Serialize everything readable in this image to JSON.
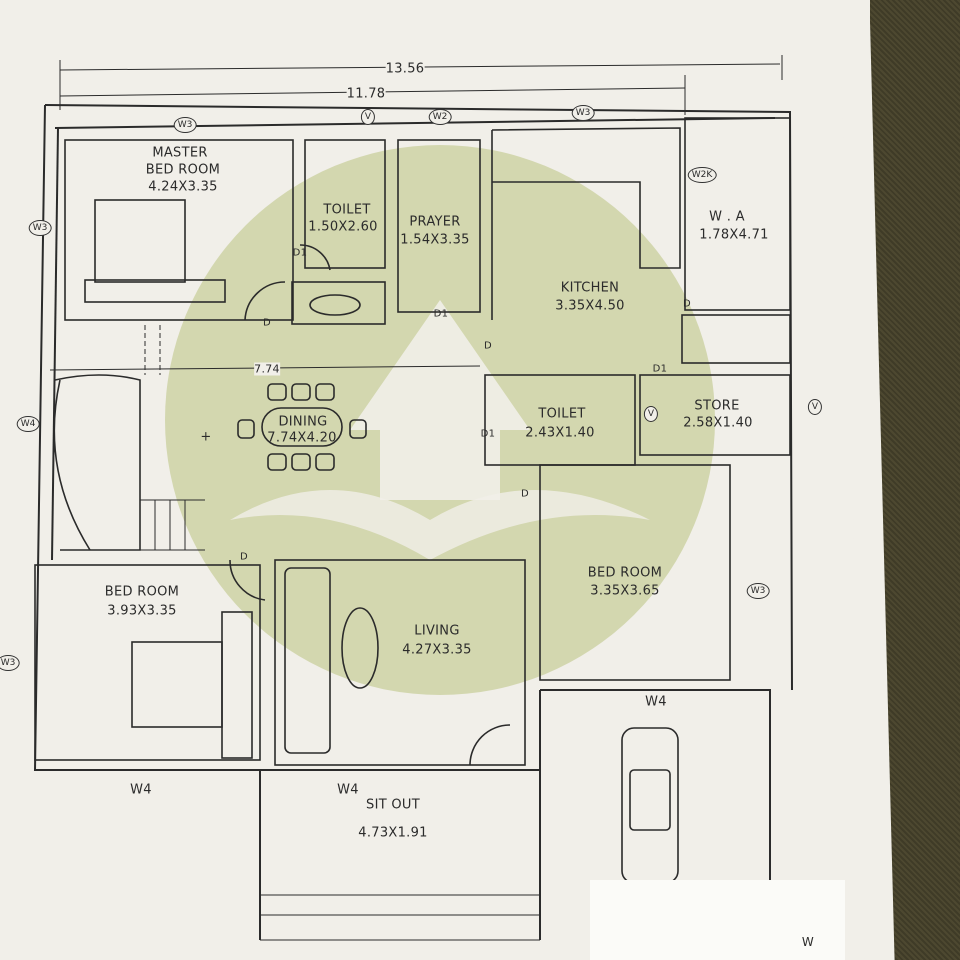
{
  "dimensions": {
    "overall_width": "13.56",
    "inner_width": "11.78",
    "dining_span": "7.74"
  },
  "rooms": {
    "master_bedroom": {
      "name_line1": "MASTER",
      "name_line2": "BED ROOM",
      "size": "4.24X3.35"
    },
    "toilet_1": {
      "name": "TOILET",
      "size": "1.50X2.60"
    },
    "prayer": {
      "name": "PRAYER",
      "size": "1.54X3.35"
    },
    "kitchen": {
      "name": "KITCHEN",
      "size": "3.35X4.50"
    },
    "work_area": {
      "name": "W . A",
      "size": "1.78X4.71"
    },
    "dining": {
      "name": "DINING",
      "size": "7.74X4.20"
    },
    "toilet_2": {
      "name": "TOILET",
      "size": "2.43X1.40"
    },
    "store": {
      "name": "STORE",
      "size": "2.58X1.40"
    },
    "bedroom_left": {
      "name": "BED ROOM",
      "size": "3.93X3.35"
    },
    "bedroom_right": {
      "name": "BED ROOM",
      "size": "3.35X3.65"
    },
    "living": {
      "name": "LIVING",
      "size": "4.27X3.35"
    },
    "sit_out": {
      "name": "SIT OUT",
      "size": "4.73X1.91"
    }
  },
  "window_tags": [
    "W3",
    "V",
    "W2",
    "W3",
    "W2K",
    "W3",
    "W4",
    "V",
    "V",
    "W3",
    "W3"
  ],
  "window_labels": [
    "W4",
    "W4",
    "W4"
  ],
  "door_labels": [
    "D1",
    "D",
    "D1",
    "D",
    "D",
    "D1",
    "D1",
    "D",
    "D"
  ],
  "compass": "W",
  "center_mark": "+",
  "colors": {
    "paper": "#f1efe9",
    "line": "#2b2b2b",
    "watermark": "#b9c27f",
    "fabric": "#4d4830"
  }
}
